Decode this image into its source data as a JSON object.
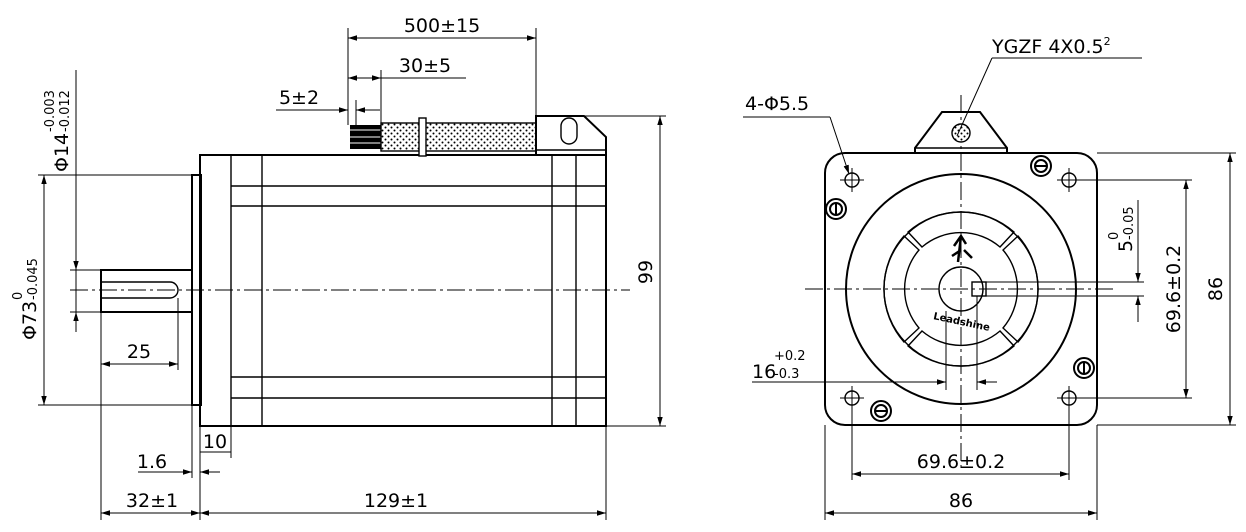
{
  "side_view": {
    "cable_length": "500±15",
    "strip_length": "30±5",
    "tin_length": "5±2",
    "shaft_dia_main": "Φ14",
    "shaft_dia_tol_upper": "-0.003",
    "shaft_dia_tol_lower": "-0.012",
    "pilot_dia_main": "Φ73",
    "pilot_dia_tol_upper": "0",
    "pilot_dia_tol_lower": "-0.045",
    "key_length": "25",
    "flange_thickness": "1.6",
    "flange_width": "10",
    "shaft_length": "32±1",
    "body_length": "129±1",
    "height": "99"
  },
  "front_view": {
    "connector": "YGZF 4X0.5",
    "connector_sup": "2",
    "mount_holes": "4-Φ5.5",
    "key_width_main": "5",
    "key_width_tol_upper": "0",
    "key_width_tol_lower": "-0.05",
    "hole_spacing_vertical": "69.6±0.2",
    "side_vertical": "86",
    "key_height_main": "16",
    "key_height_tol_upper": "+0.2",
    "key_height_tol_lower": "-0.3",
    "hole_spacing_horizontal": "69.6±0.2",
    "side_horizontal": "86",
    "logo_text": "Leadshine"
  }
}
